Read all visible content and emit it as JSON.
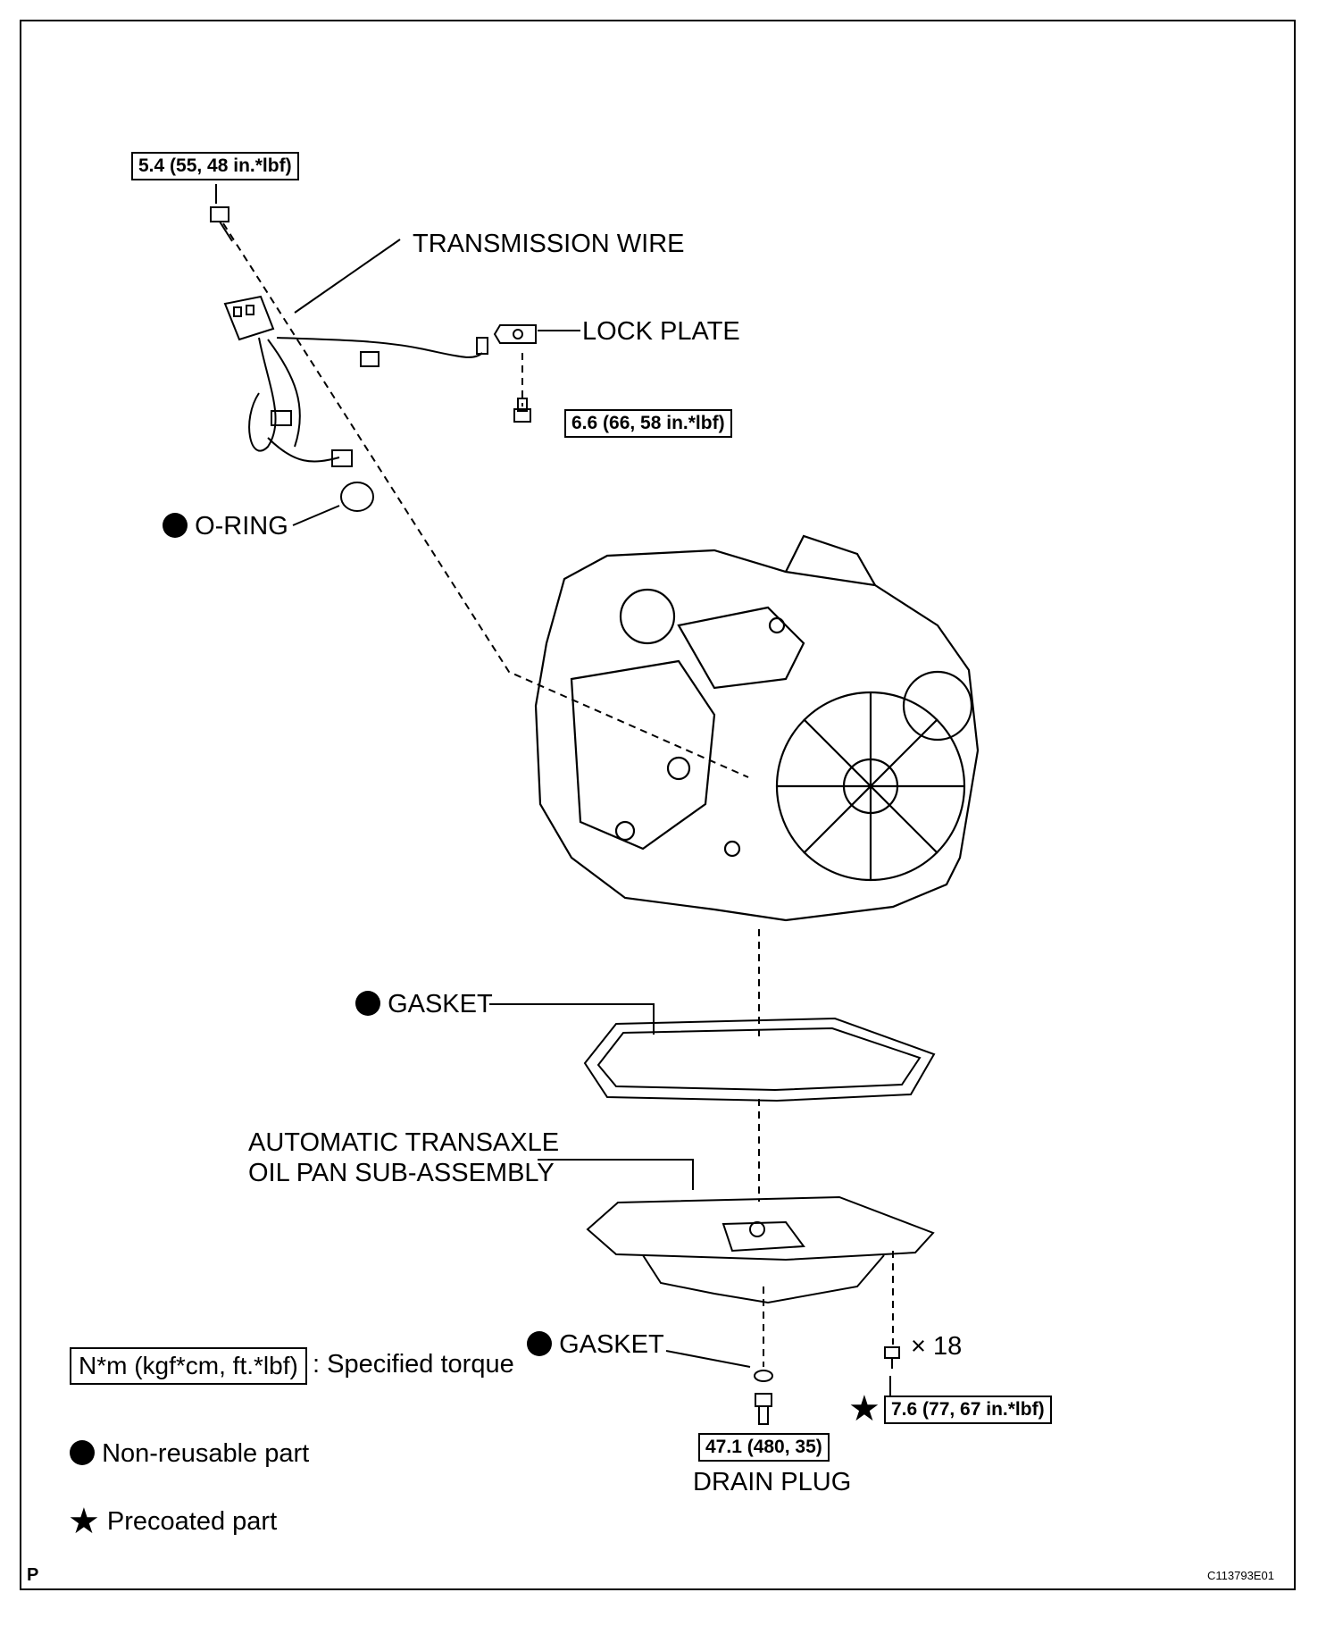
{
  "labels": {
    "transmission_wire": "TRANSMISSION WIRE",
    "lock_plate": "LOCK PLATE",
    "o_ring": "O-RING",
    "gasket_upper": "GASKET",
    "oil_pan_line1": "AUTOMATIC TRANSAXLE",
    "oil_pan_line2": "OIL PAN SUB-ASSEMBLY",
    "gasket_lower": "GASKET",
    "drain_plug": "DRAIN PLUG",
    "bolt_qty": "× 18"
  },
  "torques": {
    "wire_bolt": "5.4 (55, 48 in.*lbf)",
    "lock_plate_bolt": "6.6 (66, 58 in.*lbf)",
    "pan_bolt": "7.6 (77, 67 in.*lbf)",
    "drain_plug": "47.1 (480, 35)"
  },
  "legend": {
    "torque_box": "N*m (kgf*cm, ft.*lbf)",
    "torque_text": ": Specified torque",
    "non_reusable": "Non-reusable part",
    "precoated": "Precoated part"
  },
  "footer": {
    "page_marker": "P",
    "figure_code": "C113793E01"
  }
}
